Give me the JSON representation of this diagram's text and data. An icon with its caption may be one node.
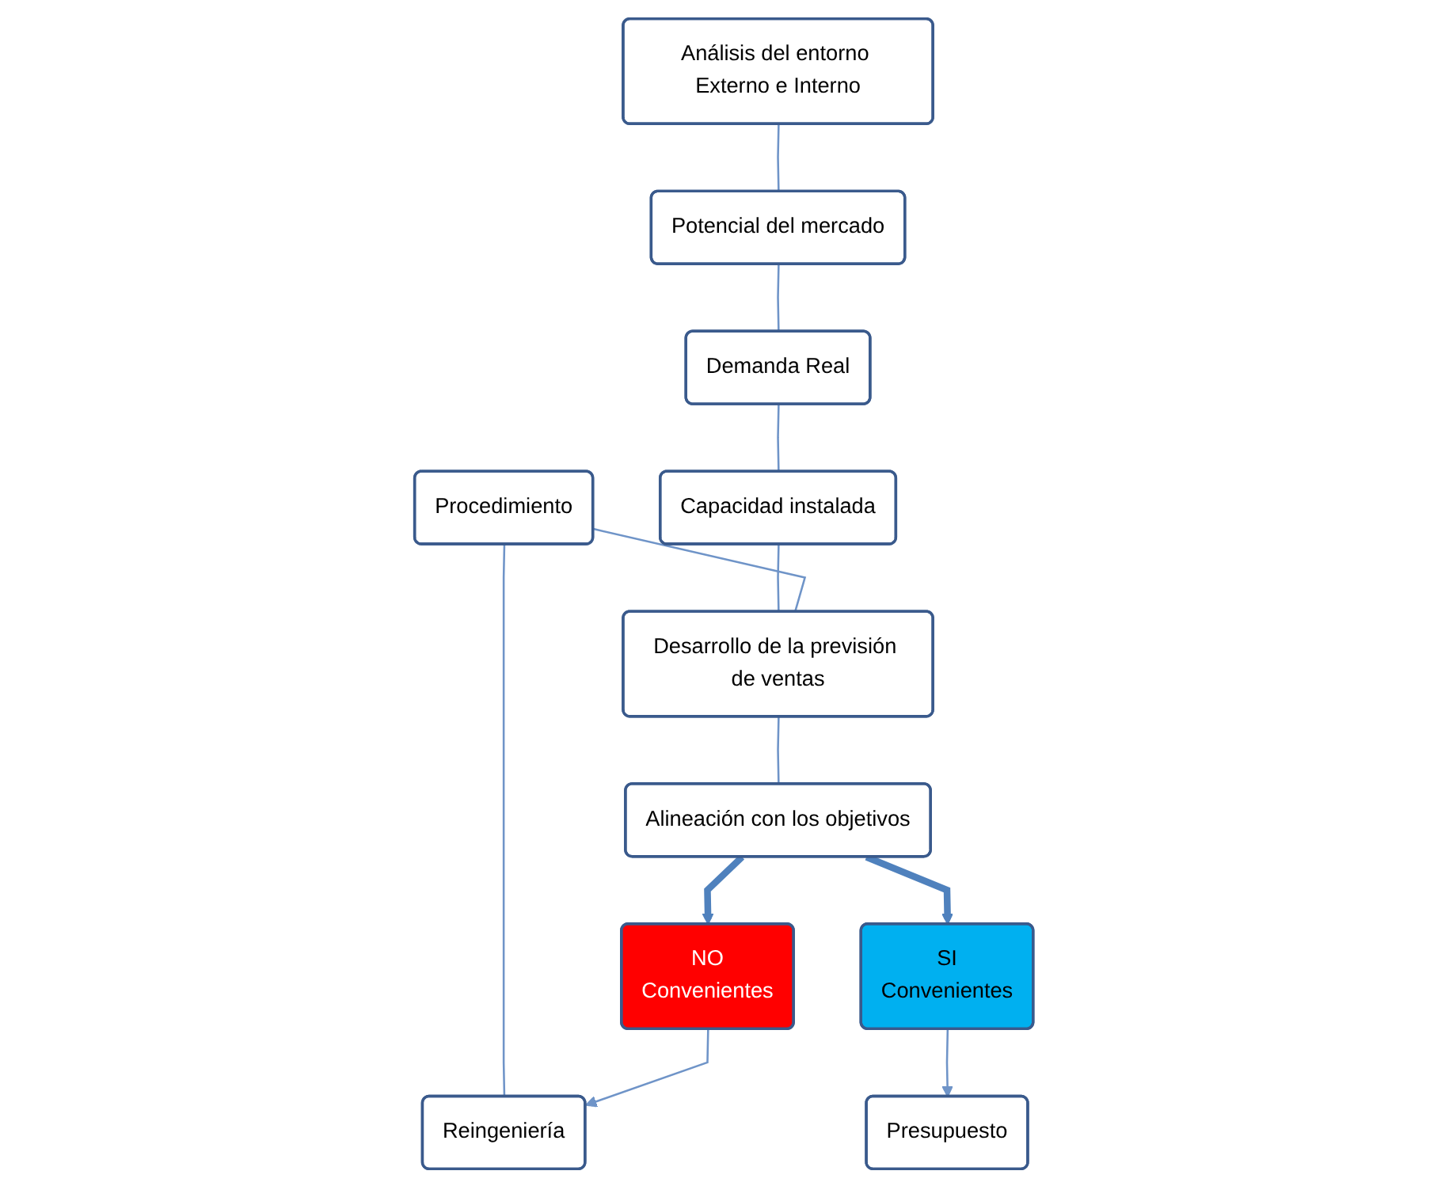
{
  "diagram": {
    "nodes": [
      {
        "text": [
          "Procedimiento"
        ]
      },
      {
        "text": [
          "Análisis del entorno Externo e Interno"
        ]
      },
      {
        "text": [
          "Potencial del mercado"
        ]
      },
      {
        "text": [
          "Demanda Real"
        ]
      },
      {
        "text": [
          "Capacidad instalada"
        ]
      },
      {
        "text": [
          "Desarrollo de la previsión de ventas"
        ]
      },
      {
        "text": [
          "Alineación con los objetivos"
        ]
      },
      {
        "text": [
          "Reingeniería"
        ]
      },
      {
        "text": [
          "NO",
          "Convenientes"
        ]
      },
      {
        "text": [
          "SI",
          "Convenientes"
        ]
      },
      {
        "text": [
          "Presupuesto"
        ]
      }
    ],
    "edges": [
      {
        "from": 1,
        "to": 2,
        "arrow": "none"
      },
      {
        "from": 2,
        "to": 3,
        "arrow": "none"
      },
      {
        "from": 3,
        "to": 4,
        "arrow": "none"
      },
      {
        "from": 4,
        "to": 5,
        "arrow": "none"
      },
      {
        "from": 5,
        "to": 6,
        "arrow": "none"
      },
      {
        "from": 0,
        "to": 5,
        "arrow": "none"
      },
      {
        "from": 0,
        "to": 7,
        "arrow": "none"
      },
      {
        "from": 6,
        "to": 8,
        "arrow": "to",
        "style": "thick",
        "color": "#4f81bd"
      },
      {
        "from": 6,
        "to": 9,
        "arrow": "to",
        "style": "thick",
        "color": "#4f81bd"
      },
      {
        "from": 8,
        "to": 7,
        "arrow": "to"
      },
      {
        "from": 9,
        "to": 10,
        "arrow": "to"
      }
    ]
  }
}
